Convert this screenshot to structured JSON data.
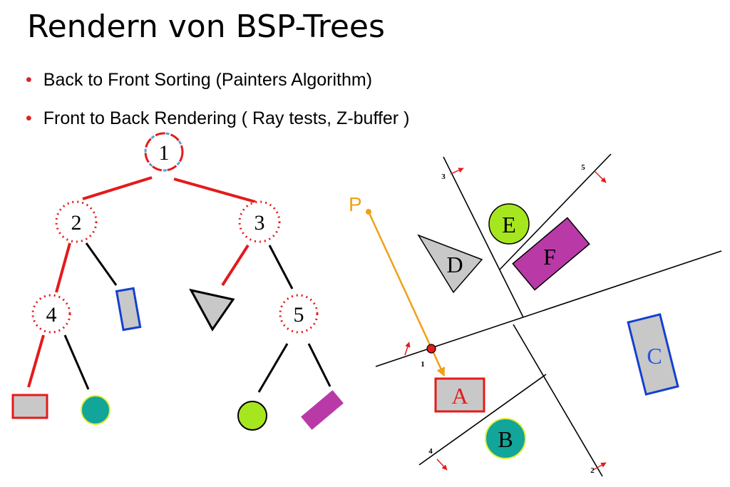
{
  "slide": {
    "title": "Rendern von BSP-Trees",
    "bullets": [
      "Back to Front Sorting  (Painters Algorithm)",
      "Front to Back Rendering ( Ray tests, Z-buffer )"
    ]
  },
  "tree": {
    "nodes": [
      "1",
      "2",
      "3",
      "4",
      "5"
    ]
  },
  "scene": {
    "ray_label": "P",
    "planes": [
      "1",
      "2",
      "3",
      "4",
      "5"
    ],
    "objects": [
      "A",
      "B",
      "C",
      "D",
      "E",
      "F"
    ]
  },
  "colors": {
    "red": "#e31b1b",
    "blue_dash": "#5aa0d8",
    "gray_fill": "#c8c8c8",
    "blue_border": "#1440d0",
    "teal": "#12a59a",
    "lime": "#a6e61e",
    "magenta": "#b93aa7",
    "orange": "#f0a018",
    "c_letter": "#2458d8",
    "p_letter": "#f0a018"
  }
}
